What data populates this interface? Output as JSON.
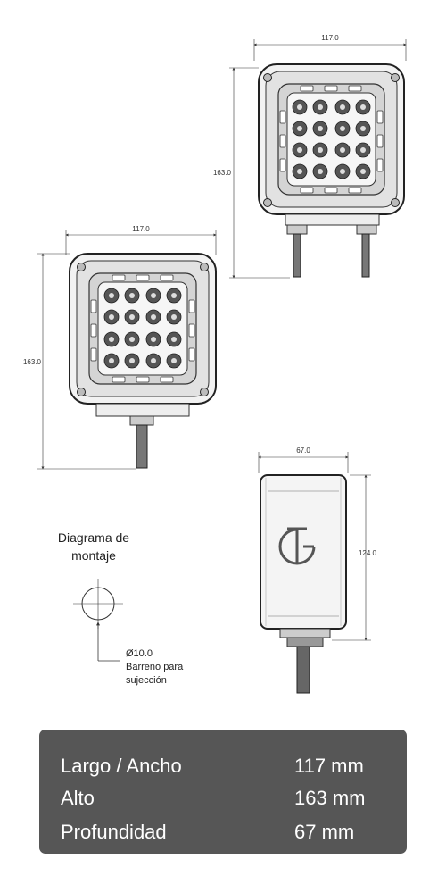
{
  "dimensions": {
    "front_width": "117.0",
    "front_height": "163.0",
    "rear_width": "117.0",
    "rear_height": "163.0",
    "side_depth": "67.0",
    "side_height": "124.0"
  },
  "mounting": {
    "title_line1": "Diagrama de",
    "title_line2": "montaje",
    "hole_diameter": "Ø10.0",
    "hole_note_line1": "Barreno para",
    "hole_note_line2": "sujección"
  },
  "specs": [
    {
      "label": "Largo / Ancho",
      "value": "117 mm"
    },
    {
      "label": "Alto",
      "value": "163 mm"
    },
    {
      "label": "Profundidad",
      "value": "67 mm"
    }
  ],
  "colors": {
    "line": "#333333",
    "panel": "#565656",
    "panel_text": "#ffffff"
  },
  "icons": {
    "logo": "tg-logo-icon"
  }
}
